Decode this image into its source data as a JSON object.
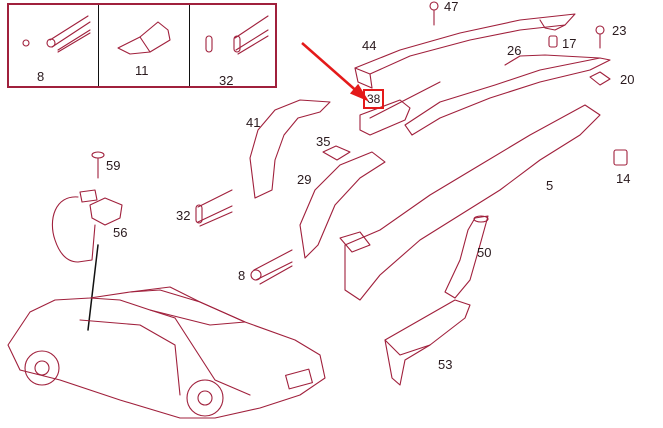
{
  "diagram": {
    "type": "exploded-parts-diagram",
    "subject": "Vehicle interior trim / air duct assembly (sedan)",
    "line_color": "#a0203c",
    "highlight_color": "#e41a1a",
    "highlighted_part": "38",
    "inset": {
      "panels": [
        {
          "label": "8"
        },
        {
          "label": "11"
        },
        {
          "label": "32"
        }
      ]
    },
    "callouts": [
      {
        "id": "47",
        "label": "47"
      },
      {
        "id": "44",
        "label": "44"
      },
      {
        "id": "17",
        "label": "17"
      },
      {
        "id": "23",
        "label": "23"
      },
      {
        "id": "26",
        "label": "26"
      },
      {
        "id": "20",
        "label": "20"
      },
      {
        "id": "38",
        "label": "38"
      },
      {
        "id": "41",
        "label": "41"
      },
      {
        "id": "35",
        "label": "35"
      },
      {
        "id": "59",
        "label": "59"
      },
      {
        "id": "29",
        "label": "29"
      },
      {
        "id": "14",
        "label": "14"
      },
      {
        "id": "5",
        "label": "5"
      },
      {
        "id": "56",
        "label": "56"
      },
      {
        "id": "32",
        "label": "32"
      },
      {
        "id": "50",
        "label": "50"
      },
      {
        "id": "8",
        "label": "8"
      },
      {
        "id": "53",
        "label": "53"
      }
    ]
  }
}
